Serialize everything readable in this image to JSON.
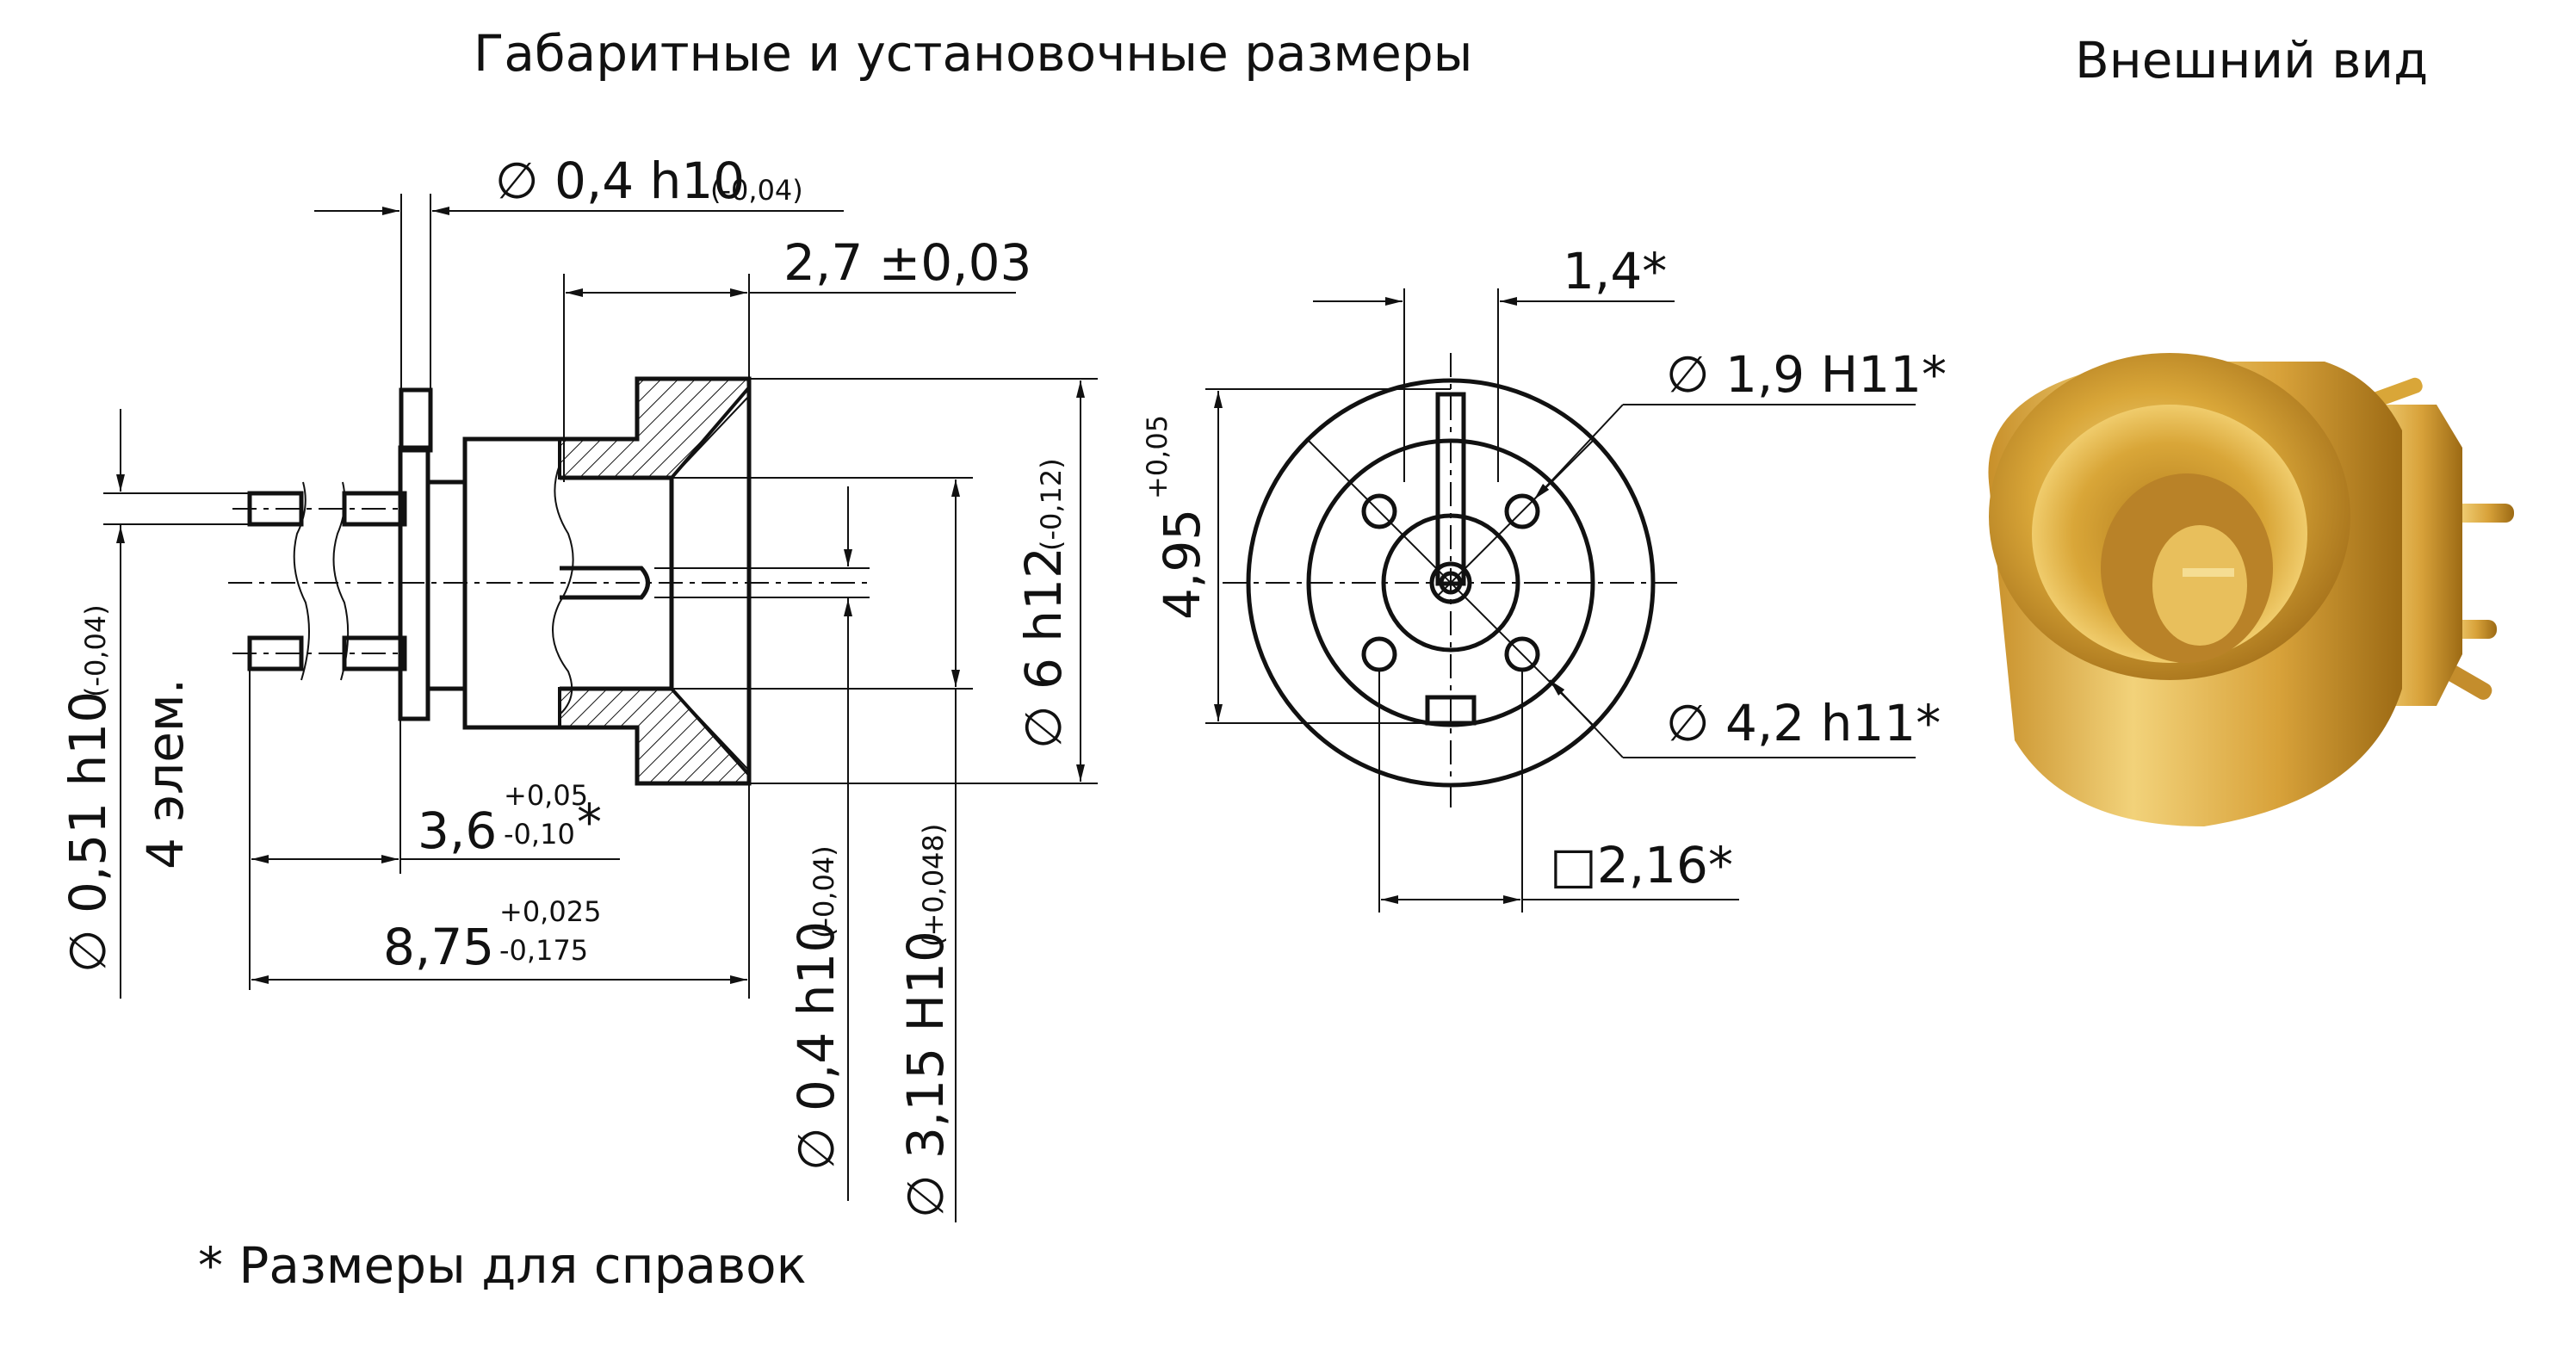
{
  "titles": {
    "left": "Габаритные и установочные размеры",
    "right": "Внешний вид"
  },
  "note": "* Размеры для справок",
  "side_view": {
    "pin_dia": {
      "sym": "∅",
      "val": "0,4 h10",
      "tol": "(-0,04)"
    },
    "depth": {
      "val": "2,7 ±0,03"
    },
    "outer_dia": {
      "sym": "∅",
      "val": "6 h12",
      "tol": "(-0,12)"
    },
    "leg_dia": {
      "sym": "∅",
      "val": "0,51 h10",
      "tol": "(-0,04)",
      "count": "4 элем."
    },
    "flange": {
      "val": "3,6",
      "tol_up": "+0,05",
      "tol_dn": "-0,10",
      "ref": "*"
    },
    "length": {
      "val": "8,75",
      "tol_up": "+0,025",
      "tol_dn": "-0,175"
    },
    "center_pin_dia": {
      "sym": "∅",
      "val": "0,4 h10",
      "tol": "(-0,04)"
    },
    "bore_dia": {
      "sym": "∅",
      "val": "3,15 H10",
      "tol": "(+0,048)"
    }
  },
  "front_view": {
    "slot": {
      "val": "1,4*"
    },
    "hole_dia": {
      "sym": "∅",
      "val": "1,9 H11*"
    },
    "height": {
      "val": "4,95",
      "tol": "+0,05"
    },
    "body_dia": {
      "sym": "∅",
      "val": "4,2 h11*"
    },
    "square": {
      "sym": "□",
      "val": "2,16*"
    }
  },
  "colors": {
    "line": "#111111",
    "gold_light": "#f3d57a",
    "gold_mid": "#d9a638",
    "gold_dark": "#9c6a14"
  }
}
